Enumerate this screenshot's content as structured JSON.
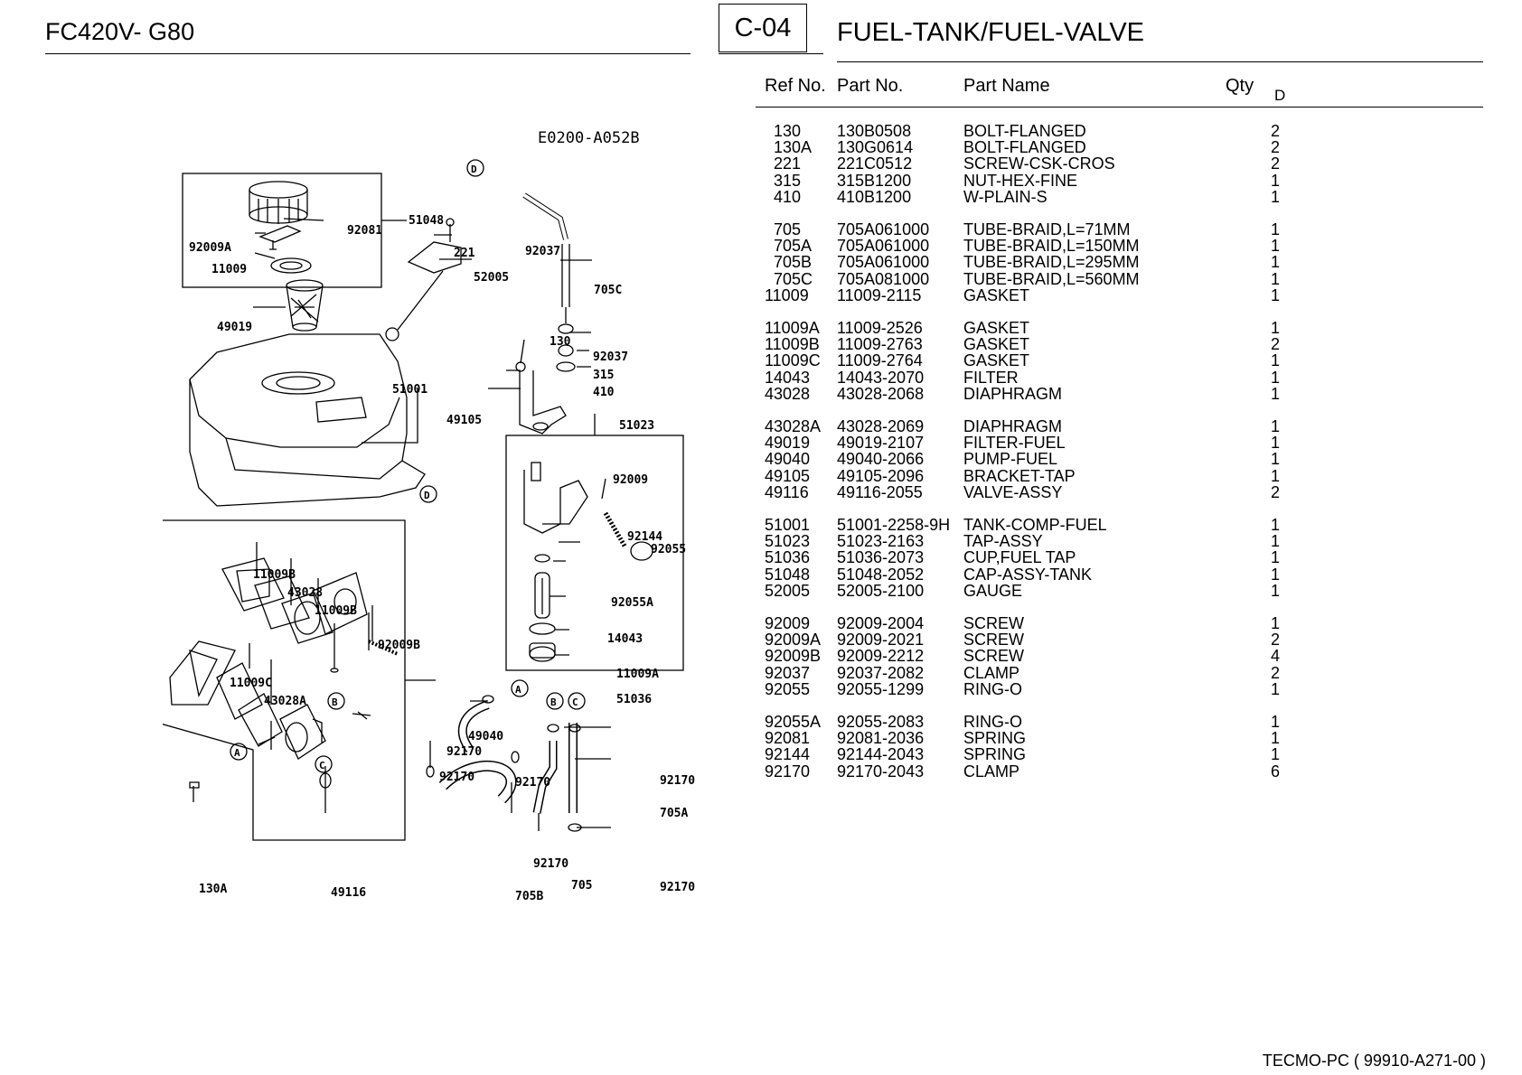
{
  "header": {
    "model": "FC420V- G80",
    "code": "C-04",
    "title": "FUEL-TANK/FUEL-VALVE"
  },
  "table": {
    "columns": {
      "ref": "Ref No.",
      "part_no": "Part No.",
      "name": "Part Name",
      "qty": "Qty",
      "d": "D"
    },
    "rows": [
      {
        "ref": "130",
        "part_no": "130B0508",
        "name": "BOLT-FLANGED",
        "qty": "2"
      },
      {
        "ref": "130A",
        "part_no": "130G0614",
        "name": "BOLT-FLANGED",
        "qty": "2"
      },
      {
        "ref": "221",
        "part_no": "221C0512",
        "name": "SCREW-CSK-CROS",
        "qty": "2"
      },
      {
        "ref": "315",
        "part_no": "315B1200",
        "name": "NUT-HEX-FINE",
        "qty": "1"
      },
      {
        "ref": "410",
        "part_no": "410B1200",
        "name": "W-PLAIN-S",
        "qty": "1"
      },
      {
        "ref": "705",
        "part_no": "705A061000",
        "name": "TUBE-BRAID,L=71MM",
        "qty": "1"
      },
      {
        "ref": "705A",
        "part_no": "705A061000",
        "name": "TUBE-BRAID,L=150MM",
        "qty": "1"
      },
      {
        "ref": "705B",
        "part_no": "705A061000",
        "name": "TUBE-BRAID,L=295MM",
        "qty": "1"
      },
      {
        "ref": "705C",
        "part_no": "705A081000",
        "name": "TUBE-BRAID,L=560MM",
        "qty": "1"
      },
      {
        "ref": "11009",
        "part_no": "11009-2115",
        "name": "GASKET",
        "qty": "1"
      },
      {
        "ref": "11009A",
        "part_no": "11009-2526",
        "name": "GASKET",
        "qty": "1"
      },
      {
        "ref": "11009B",
        "part_no": "11009-2763",
        "name": "GASKET",
        "qty": "2"
      },
      {
        "ref": "11009C",
        "part_no": "11009-2764",
        "name": "GASKET",
        "qty": "1"
      },
      {
        "ref": "14043",
        "part_no": "14043-2070",
        "name": "FILTER",
        "qty": "1"
      },
      {
        "ref": "43028",
        "part_no": "43028-2068",
        "name": "DIAPHRAGM",
        "qty": "1"
      },
      {
        "ref": "43028A",
        "part_no": "43028-2069",
        "name": "DIAPHRAGM",
        "qty": "1"
      },
      {
        "ref": "49019",
        "part_no": "49019-2107",
        "name": "FILTER-FUEL",
        "qty": "1"
      },
      {
        "ref": "49040",
        "part_no": "49040-2066",
        "name": "PUMP-FUEL",
        "qty": "1"
      },
      {
        "ref": "49105",
        "part_no": "49105-2096",
        "name": "BRACKET-TAP",
        "qty": "1"
      },
      {
        "ref": "49116",
        "part_no": "49116-2055",
        "name": "VALVE-ASSY",
        "qty": "2"
      },
      {
        "ref": "51001",
        "part_no": "51001-2258-9H",
        "name": "TANK-COMP-FUEL",
        "qty": "1"
      },
      {
        "ref": "51023",
        "part_no": "51023-2163",
        "name": "TAP-ASSY",
        "qty": "1"
      },
      {
        "ref": "51036",
        "part_no": "51036-2073",
        "name": "CUP,FUEL TAP",
        "qty": "1"
      },
      {
        "ref": "51048",
        "part_no": "51048-2052",
        "name": "CAP-ASSY-TANK",
        "qty": "1"
      },
      {
        "ref": "52005",
        "part_no": "52005-2100",
        "name": "GAUGE",
        "qty": "1"
      },
      {
        "ref": "92009",
        "part_no": "92009-2004",
        "name": "SCREW",
        "qty": "1"
      },
      {
        "ref": "92009A",
        "part_no": "92009-2021",
        "name": "SCREW",
        "qty": "2"
      },
      {
        "ref": "92009B",
        "part_no": "92009-2212",
        "name": "SCREW",
        "qty": "4"
      },
      {
        "ref": "92037",
        "part_no": "92037-2082",
        "name": "CLAMP",
        "qty": "2"
      },
      {
        "ref": "92055",
        "part_no": "92055-1299",
        "name": "RING-O",
        "qty": "1"
      },
      {
        "ref": "92055A",
        "part_no": "92055-2083",
        "name": "RING-O",
        "qty": "1"
      },
      {
        "ref": "92081",
        "part_no": "92081-2036",
        "name": "SPRING",
        "qty": "1"
      },
      {
        "ref": "92144",
        "part_no": "92144-2043",
        "name": "SPRING",
        "qty": "1"
      },
      {
        "ref": "92170",
        "part_no": "92170-2043",
        "name": "CLAMP",
        "qty": "6"
      }
    ]
  },
  "diagram": {
    "code": "E0200-A052B",
    "labels": [
      "51048",
      "92081",
      "92009A",
      "11009",
      "221",
      "52005",
      "49019",
      "51001",
      "92037",
      "705C",
      "130",
      "92037",
      "315",
      "410",
      "49105",
      "51023",
      "92009",
      "92144",
      "92055",
      "92055A",
      "14043",
      "11009A",
      "51036",
      "11009B",
      "43028",
      "11009B",
      "92009B",
      "11009C",
      "43028A",
      "49040",
      "92170",
      "92170",
      "92170",
      "92170",
      "92170",
      "705A",
      "705B",
      "705",
      "92170",
      "130A",
      "49116"
    ],
    "circle_letters": [
      "D",
      "D",
      "A",
      "B",
      "C",
      "A",
      "B",
      "C"
    ]
  },
  "footer": {
    "text": "TECMO-PC  ( 99910-A271-00 )"
  }
}
